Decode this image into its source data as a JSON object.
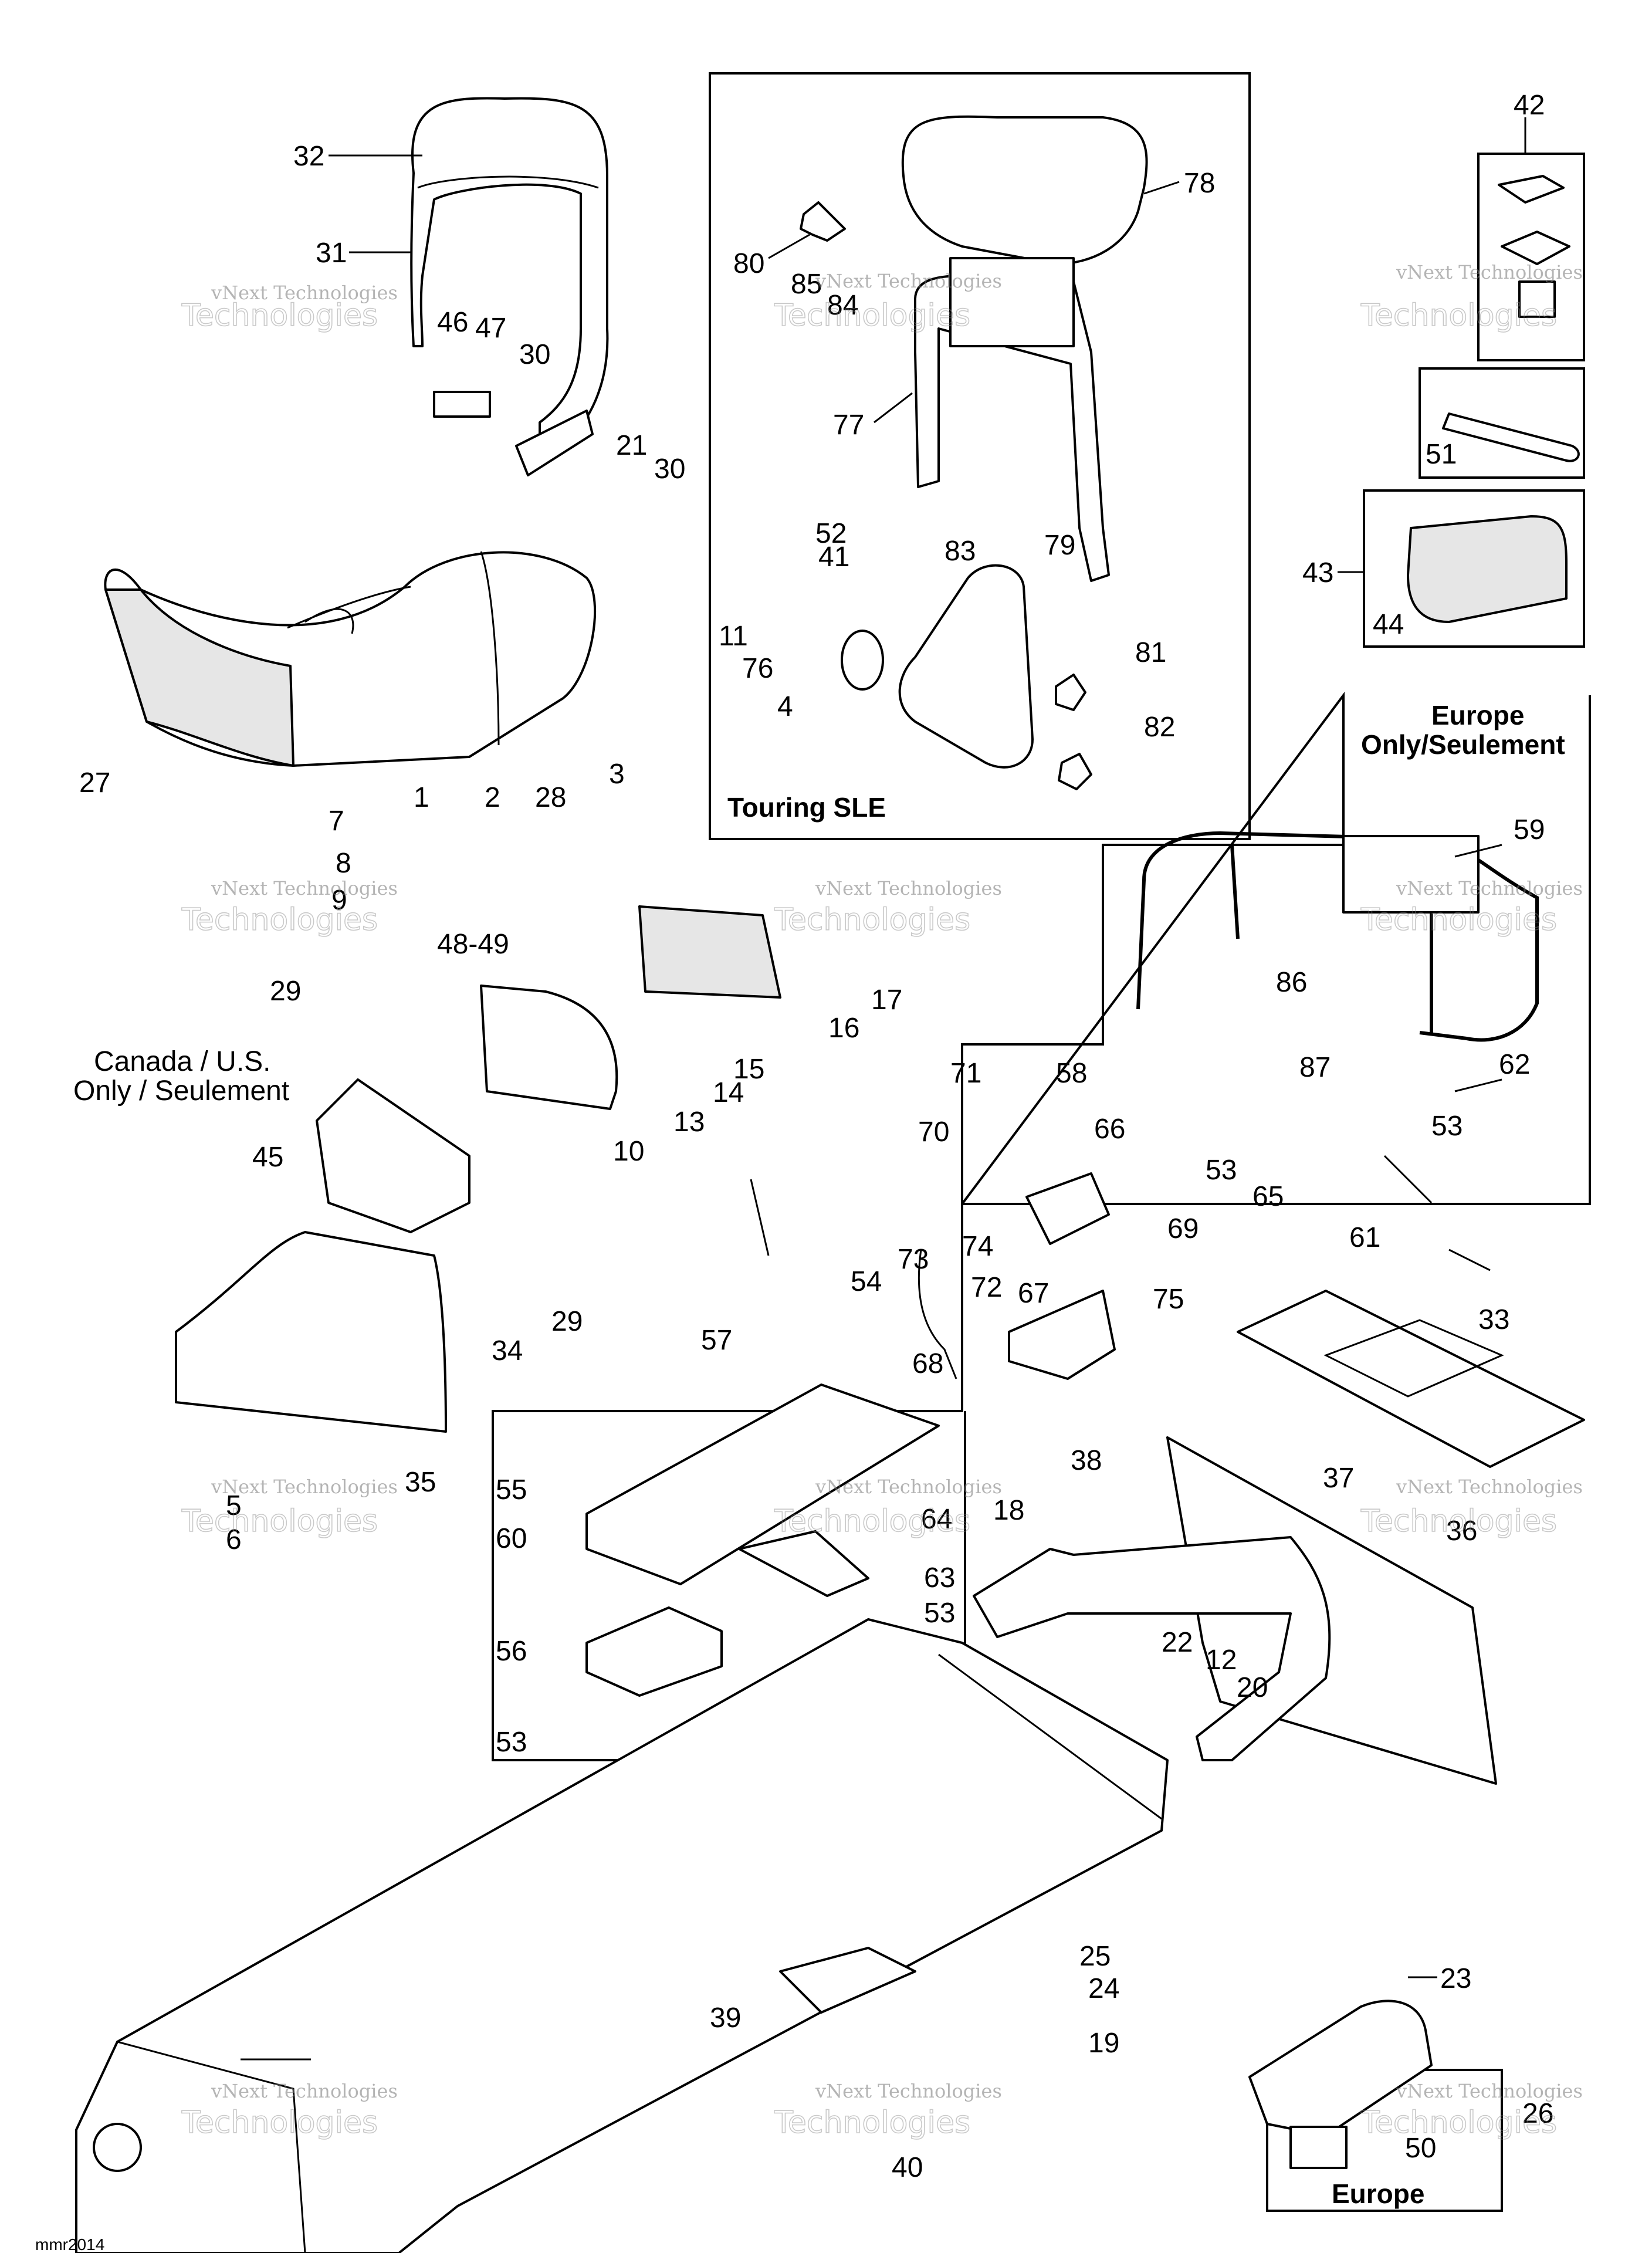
{
  "diagram": {
    "callouts": [
      {
        "id": "c32",
        "text": "32"
      },
      {
        "id": "c31",
        "text": "31"
      },
      {
        "id": "c46",
        "text": "46"
      },
      {
        "id": "c47",
        "text": "47"
      },
      {
        "id": "c30a",
        "text": "30"
      },
      {
        "id": "c21",
        "text": "21"
      },
      {
        "id": "c30b",
        "text": "30"
      },
      {
        "id": "c27",
        "text": "27"
      },
      {
        "id": "c1",
        "text": "1"
      },
      {
        "id": "c2",
        "text": "2"
      },
      {
        "id": "c28",
        "text": "28"
      },
      {
        "id": "c3",
        "text": "3"
      },
      {
        "id": "c7",
        "text": "7"
      },
      {
        "id": "c8",
        "text": "8"
      },
      {
        "id": "c9",
        "text": "9"
      },
      {
        "id": "c78",
        "text": "78"
      },
      {
        "id": "c80",
        "text": "80"
      },
      {
        "id": "c85",
        "text": "85"
      },
      {
        "id": "c84",
        "text": "84"
      },
      {
        "id": "c77",
        "text": "77"
      },
      {
        "id": "c52",
        "text": "52"
      },
      {
        "id": "c41",
        "text": "41"
      },
      {
        "id": "c83",
        "text": "83"
      },
      {
        "id": "c79",
        "text": "79"
      },
      {
        "id": "c11",
        "text": "11"
      },
      {
        "id": "c76",
        "text": "76"
      },
      {
        "id": "c81",
        "text": "81"
      },
      {
        "id": "c4",
        "text": "4"
      },
      {
        "id": "c82",
        "text": "82"
      },
      {
        "id": "c42",
        "text": "42"
      },
      {
        "id": "c51",
        "text": "51"
      },
      {
        "id": "c43",
        "text": "43"
      },
      {
        "id": "c44",
        "text": "44"
      },
      {
        "id": "c59",
        "text": "59"
      },
      {
        "id": "c86",
        "text": "86"
      },
      {
        "id": "c87",
        "text": "87"
      },
      {
        "id": "c62",
        "text": "62"
      },
      {
        "id": "c53a",
        "text": "53"
      },
      {
        "id": "c53b",
        "text": "53"
      },
      {
        "id": "c65",
        "text": "65"
      },
      {
        "id": "c61",
        "text": "61"
      },
      {
        "id": "c48",
        "text": "48-49"
      },
      {
        "id": "c29a",
        "text": "29"
      },
      {
        "id": "c17",
        "text": "17"
      },
      {
        "id": "c16",
        "text": "16"
      },
      {
        "id": "c15",
        "text": "15"
      },
      {
        "id": "c14",
        "text": "14"
      },
      {
        "id": "c13",
        "text": "13"
      },
      {
        "id": "c10",
        "text": "10"
      },
      {
        "id": "c45",
        "text": "45"
      },
      {
        "id": "c34",
        "text": "34"
      },
      {
        "id": "c29b",
        "text": "29"
      },
      {
        "id": "c35",
        "text": "35"
      },
      {
        "id": "c5",
        "text": "5"
      },
      {
        "id": "c6",
        "text": "6"
      },
      {
        "id": "c71",
        "text": "71"
      },
      {
        "id": "c58",
        "text": "58"
      },
      {
        "id": "c70",
        "text": "70"
      },
      {
        "id": "c66",
        "text": "66"
      },
      {
        "id": "c74",
        "text": "74"
      },
      {
        "id": "c69",
        "text": "69"
      },
      {
        "id": "c73",
        "text": "73"
      },
      {
        "id": "c72",
        "text": "72"
      },
      {
        "id": "c67",
        "text": "67"
      },
      {
        "id": "c75",
        "text": "75"
      },
      {
        "id": "c68",
        "text": "68"
      },
      {
        "id": "c54",
        "text": "54"
      },
      {
        "id": "c57",
        "text": "57"
      },
      {
        "id": "c33",
        "text": "33"
      },
      {
        "id": "c38",
        "text": "38"
      },
      {
        "id": "c37",
        "text": "37"
      },
      {
        "id": "c55",
        "text": "55"
      },
      {
        "id": "c64",
        "text": "64"
      },
      {
        "id": "c60",
        "text": "60"
      },
      {
        "id": "c18",
        "text": "18"
      },
      {
        "id": "c36",
        "text": "36"
      },
      {
        "id": "c63",
        "text": "63"
      },
      {
        "id": "c53c",
        "text": "53"
      },
      {
        "id": "c56",
        "text": "56"
      },
      {
        "id": "c53d",
        "text": "53"
      },
      {
        "id": "c22",
        "text": "22"
      },
      {
        "id": "c12",
        "text": "12"
      },
      {
        "id": "c20",
        "text": "20"
      },
      {
        "id": "c25",
        "text": "25"
      },
      {
        "id": "c23",
        "text": "23"
      },
      {
        "id": "c24",
        "text": "24"
      },
      {
        "id": "c19",
        "text": "19"
      },
      {
        "id": "c39",
        "text": "39"
      },
      {
        "id": "c40",
        "text": "40"
      },
      {
        "id": "c26",
        "text": "26"
      },
      {
        "id": "c50",
        "text": "50"
      }
    ],
    "region_labels": {
      "touring": "Touring SLE",
      "europe_top_line1": "Europe",
      "europe_top_line2": "Only/Seulement",
      "canada_line1": "Canada / U.S.",
      "canada_line2": "Only / Seulement",
      "europe_bottom": "Europe"
    },
    "watermark": {
      "line1": "vNext",
      "line2": "vNext Technologies",
      "line3": "Technologies"
    },
    "footer_code": "mmr2014"
  }
}
